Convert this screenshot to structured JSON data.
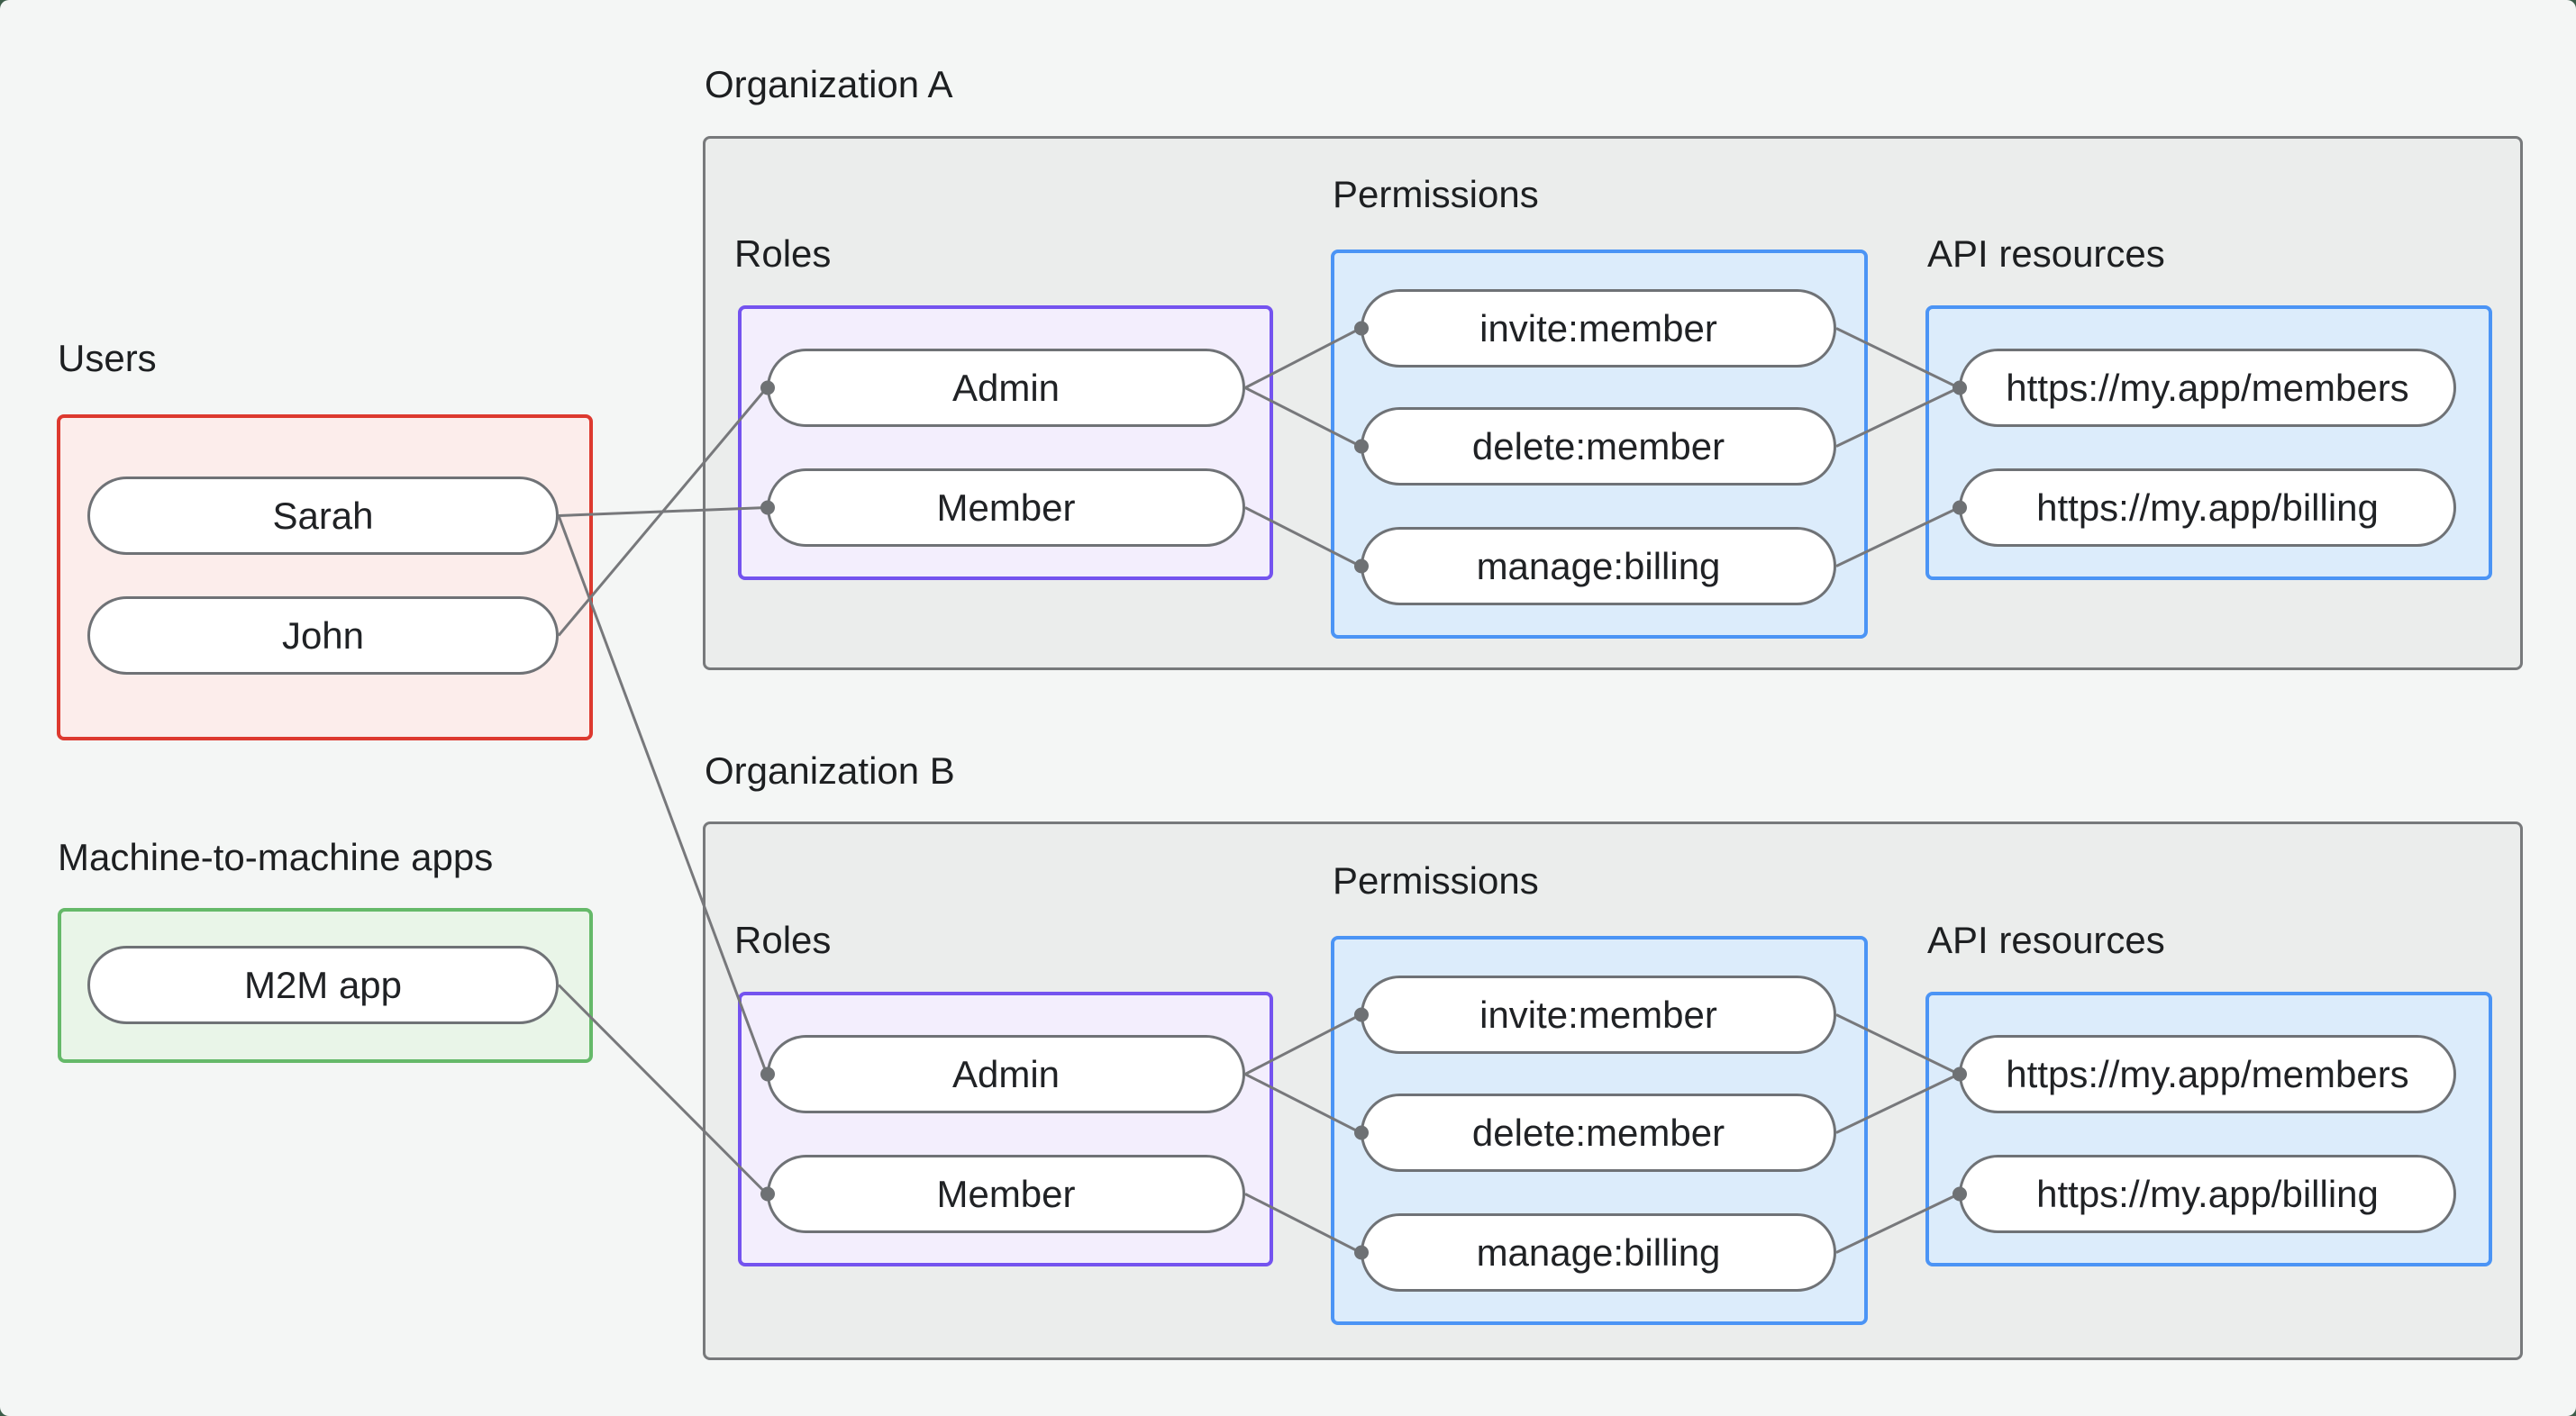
{
  "style": {
    "page_bg": "#f4f6f5",
    "backdrop": "#3c5d49",
    "wire_color": "#77787b",
    "dot_color": "#6e7174",
    "users_accent": "#dd392f",
    "users_fill": "#fcedeb",
    "m2m_accent": "#65b969",
    "m2m_fill": "#e9f5e8",
    "roles_accent": "#7453ef",
    "roles_fill": "#f3eefd",
    "blue_accent": "#4b94f5",
    "blue_fill": "#dcecfb",
    "org_fill": "#ebedec",
    "org_border": "#77797b",
    "node_border": "#6f7276",
    "text_color": "#1d1f21"
  },
  "users": {
    "label": "Users",
    "items": [
      "Sarah",
      "John"
    ]
  },
  "m2m": {
    "label": "Machine-to-machine apps",
    "items": [
      "M2M app"
    ]
  },
  "org_a": {
    "title": "Organization A",
    "roles_label": "Roles",
    "permissions_label": "Permissions",
    "api_label": "API resources",
    "roles": [
      "Admin",
      "Member"
    ],
    "permissions": [
      "invite:member",
      "delete:member",
      "manage:billing"
    ],
    "api_resources": [
      "https://my.app/members",
      "https://my.app/billing"
    ]
  },
  "org_b": {
    "title": "Organization B",
    "roles_label": "Roles",
    "permissions_label": "Permissions",
    "api_label": "API resources",
    "roles": [
      "Admin",
      "Member"
    ],
    "permissions": [
      "invite:member",
      "delete:member",
      "manage:billing"
    ],
    "api_resources": [
      "https://my.app/members",
      "https://my.app/billing"
    ]
  },
  "connections": [
    {
      "from": "user-sarah",
      "to": "a-role-member"
    },
    {
      "from": "user-john",
      "to": "a-role-admin"
    },
    {
      "from": "user-sarah",
      "to": "b-role-admin"
    },
    {
      "from": "m2m-app",
      "to": "b-role-member"
    },
    {
      "from": "a-role-admin",
      "to": "a-perm-invite"
    },
    {
      "from": "a-role-admin",
      "to": "a-perm-delete"
    },
    {
      "from": "a-role-member",
      "to": "a-perm-manage"
    },
    {
      "from": "a-perm-invite",
      "to": "a-api-members"
    },
    {
      "from": "a-perm-delete",
      "to": "a-api-members"
    },
    {
      "from": "a-perm-manage",
      "to": "a-api-billing"
    },
    {
      "from": "b-role-admin",
      "to": "b-perm-invite"
    },
    {
      "from": "b-role-admin",
      "to": "b-perm-delete"
    },
    {
      "from": "b-role-member",
      "to": "b-perm-manage"
    },
    {
      "from": "b-perm-invite",
      "to": "b-api-members"
    },
    {
      "from": "b-perm-delete",
      "to": "b-api-members"
    },
    {
      "from": "b-perm-manage",
      "to": "b-api-billing"
    }
  ]
}
